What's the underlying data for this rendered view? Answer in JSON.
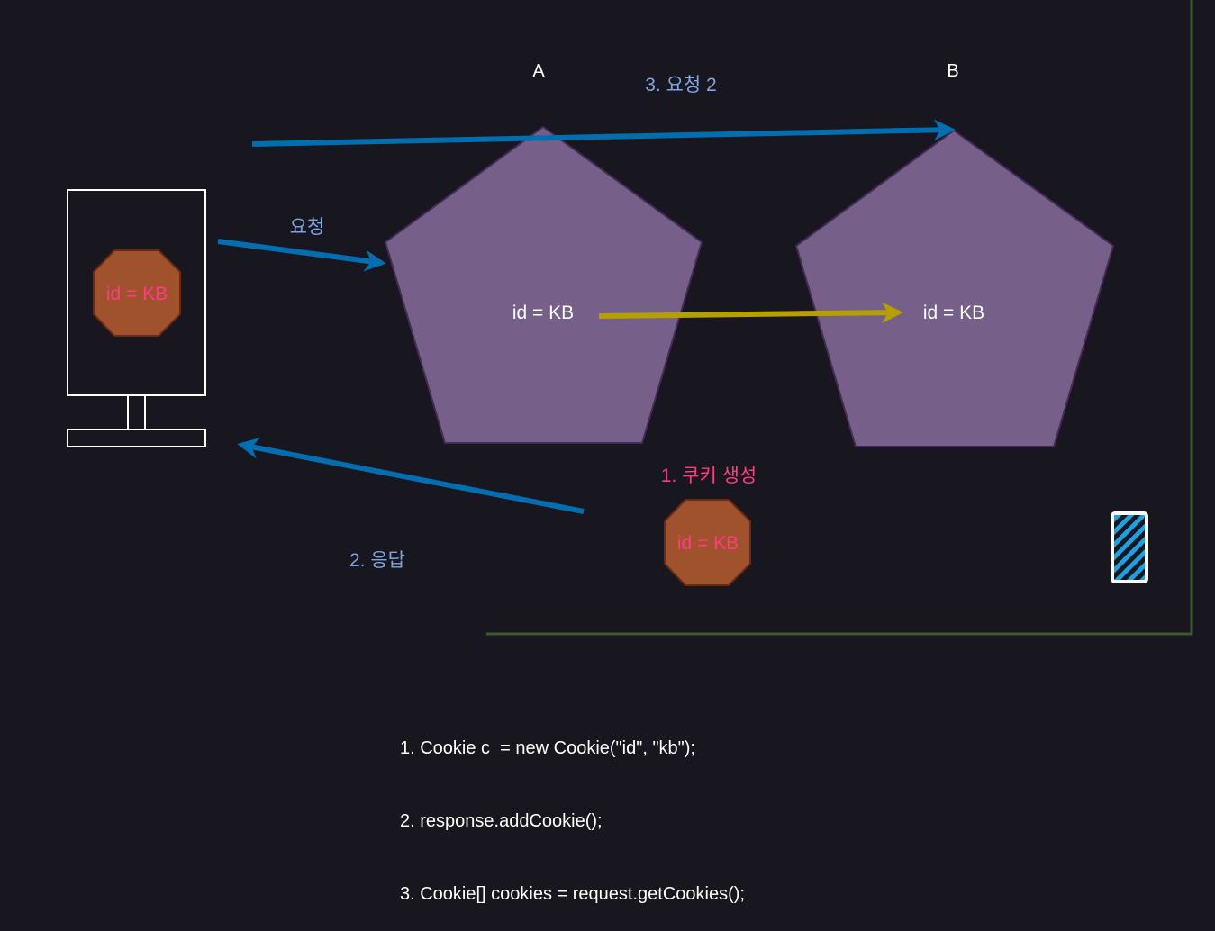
{
  "diagram": {
    "server_a_label": "A",
    "server_b_label": "B",
    "server_a_cookie": "id = KB",
    "server_b_cookie": "id = KB",
    "client_cookie": "id = KB",
    "new_cookie": "id = KB",
    "request_label": "요청",
    "response_label": "2. 응답",
    "request2_label": "3. 요청 2",
    "create_cookie_label": "1. 쿠키 생성"
  },
  "code": [
    "1. Cookie c  = new Cookie(\"id\", \"kb\");",
    "2. response.addCookie();",
    "3. Cookie[] cookies = request.getCookies();"
  ],
  "colors": {
    "background": "#18161e",
    "pentagon_fill": "#76608a",
    "cookie_fill": "#a0522d",
    "cookie_text": "#ff3b84",
    "arrow_blue": "#006eaf",
    "arrow_gold": "#b5a000",
    "label_blue": "#7ea6e0",
    "label_pink": "#ff3b84",
    "frame_green": "#3d5a2e"
  }
}
